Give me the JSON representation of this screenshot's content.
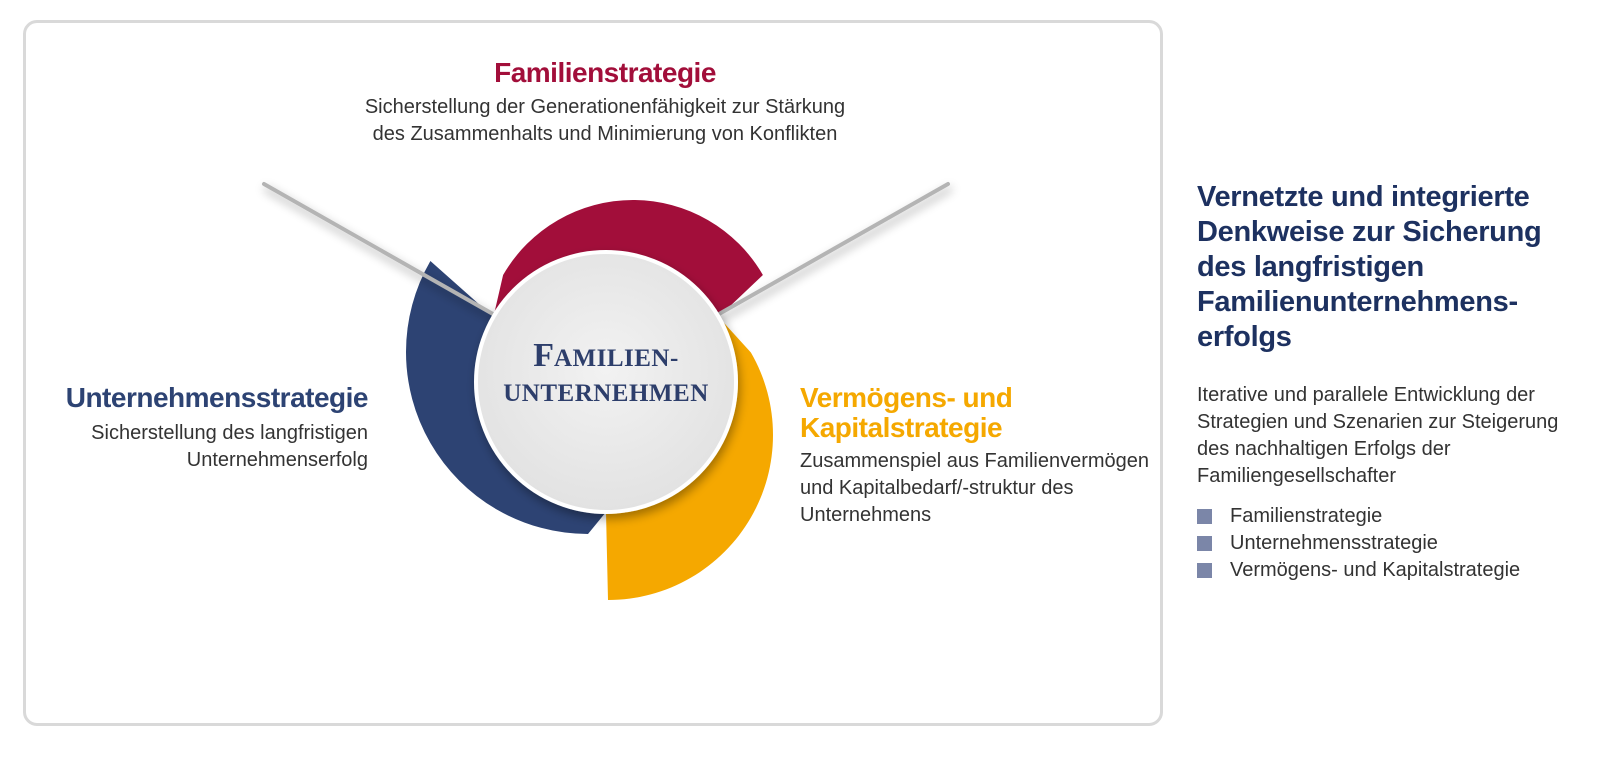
{
  "colors": {
    "familie": "#a20e3a",
    "unternehmen": "#2d4373",
    "vermoegen": "#f5a800",
    "center_fill": "#ececec",
    "center_text": "#2d3e6b",
    "side_heading": "#1d3160",
    "bullet": "#7b86a8",
    "spoke": "#b4b4b4",
    "panel_border": "#d9d9d9"
  },
  "diagram": {
    "center": {
      "line1": "Familien-",
      "line2": "unternehmen"
    },
    "segments": [
      {
        "key": "familie",
        "title": "Familienstrategie",
        "description": "Sicherstellung der Generationenfähigkeit zur Stärkung des Zusammenhalts und Minimierung von Konflikten"
      },
      {
        "key": "unternehmen",
        "title": "Unternehmensstrategie",
        "description": "Sicherstellung des langfristigen Unternehmenserfolg"
      },
      {
        "key": "vermoegen",
        "title": "Vermögens- und Kapitalstrategie",
        "description": "Zusammenspiel aus Familienvermögen und Kapitalbedarf/-struktur des Unternehmens"
      }
    ]
  },
  "sidebar": {
    "heading": "Vernetzte und integrierte Denkweise zur Sicherung des langfristigen Familienunternehmens-erfolgs",
    "body": "Iterative und parallele Entwicklung der Strategien und Szenarien zur Steigerung des nachhaltigen Erfolgs der Familiengesellschafter",
    "items": [
      "Familienstrategie",
      "Unternehmensstrategie",
      "Vermögens- und Kapitalstrategie"
    ]
  }
}
